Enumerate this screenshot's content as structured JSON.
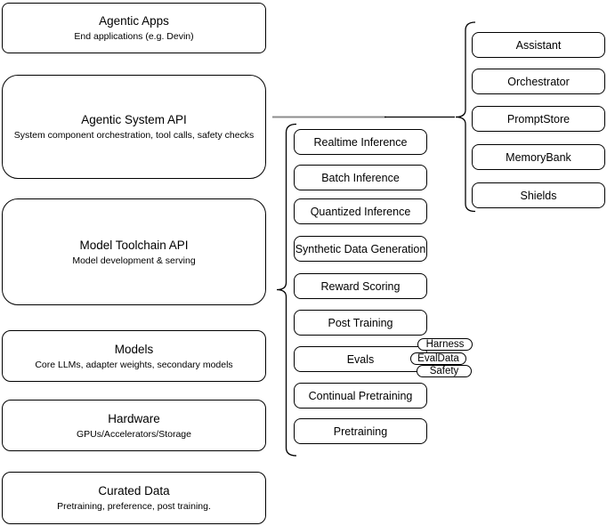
{
  "diagram": {
    "background_color": "#ffffff",
    "stroke_color": "#000000",
    "connector_gray": "#8c8c8c"
  },
  "left_stack": [
    {
      "title": "Agentic Apps",
      "subtitle": "End applications (e.g. Devin)"
    },
    {
      "title": "Agentic System API",
      "subtitle": "System component orchestration, tool calls, safety checks"
    },
    {
      "title": "Model Toolchain API",
      "subtitle": "Model development & serving"
    },
    {
      "title": "Models",
      "subtitle": "Core LLMs, adapter weights, secondary models"
    },
    {
      "title": "Hardware",
      "subtitle": "GPUs/Accelerators/Storage"
    },
    {
      "title": "Curated Data",
      "subtitle": "Pretraining, preference, post training."
    }
  ],
  "toolchain_components": {
    "items": [
      "Realtime Inference",
      "Batch Inference",
      "Quantized Inference",
      "Synthetic Data Generation",
      "Reward Scoring",
      "Post Training",
      "Evals",
      "Continual Pretraining",
      "Pretraining"
    ]
  },
  "eval_tags": [
    "Harness",
    "EvalData",
    "Safety"
  ],
  "system_components": {
    "items": [
      "Assistant",
      "Orchestrator",
      "PromptStore",
      "MemoryBank",
      "Shields"
    ]
  }
}
